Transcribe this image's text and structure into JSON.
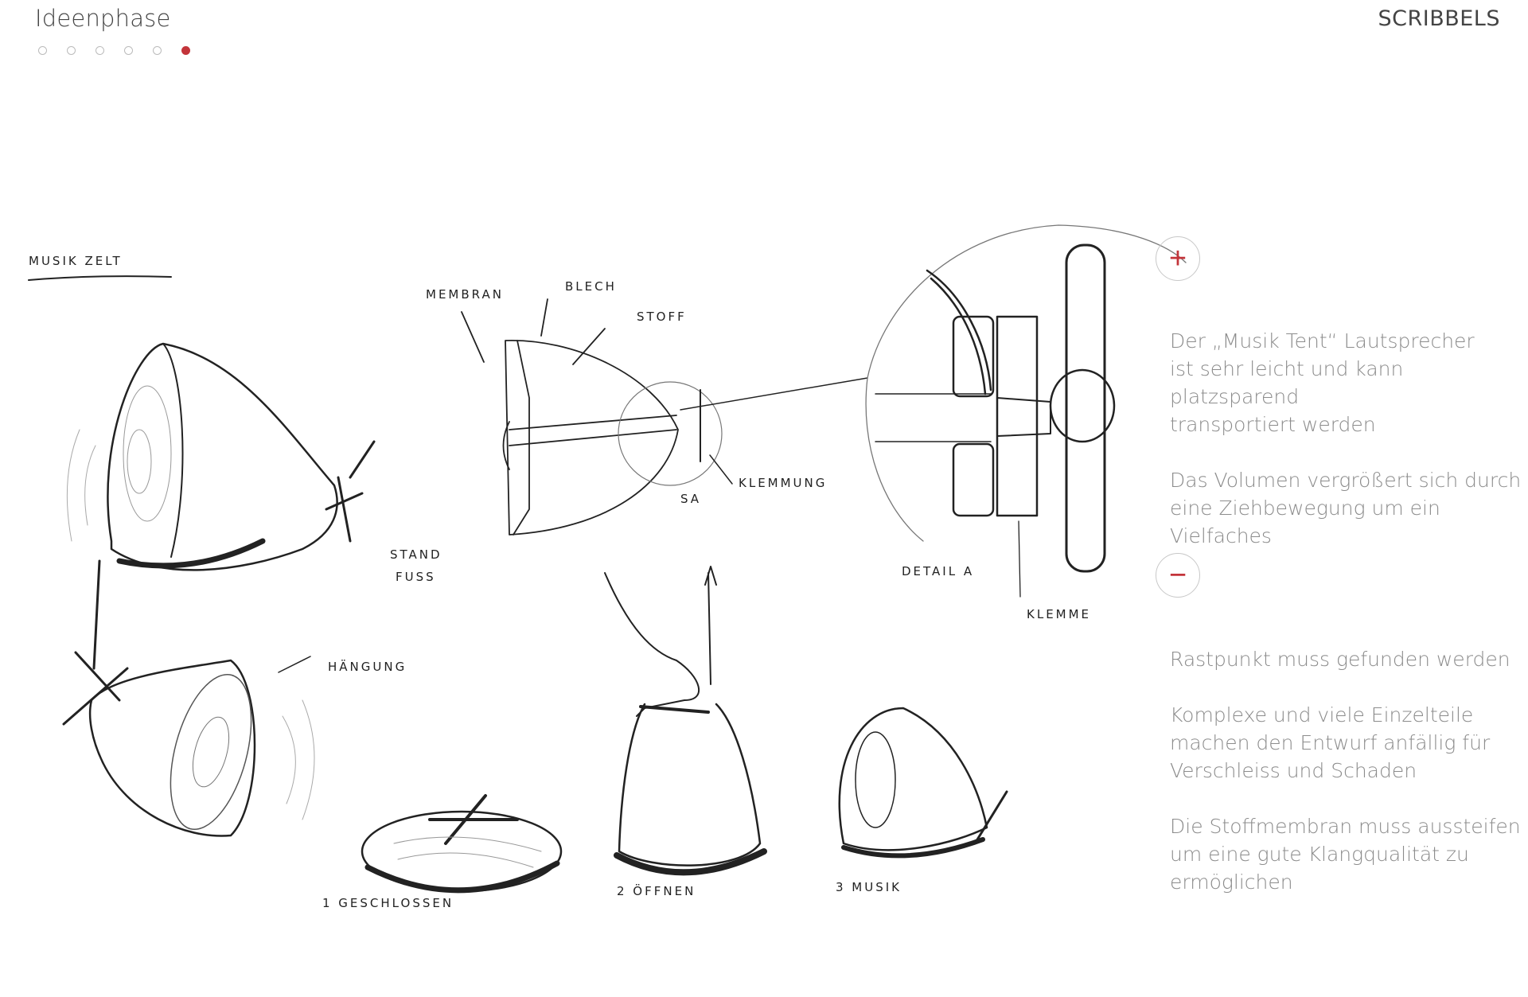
{
  "header": {
    "title": "Ideenphase",
    "section": "SCRIBBELS",
    "pagination": {
      "total": 6,
      "active_index": 5
    }
  },
  "colors": {
    "accent": "#c3343a",
    "text": "#8c8c8c",
    "title": "#444444"
  },
  "sketch": {
    "heading": "MUSIK ZELT",
    "labels": {
      "stand_fuss_1": "STAND",
      "stand_fuss_2": "FUSS",
      "haengung": "HÄNGUNG",
      "membran": "MEMBRAN",
      "blech": "BLECH",
      "stoff": "STOFF",
      "klemmung": "KLEMMUNG",
      "sa": "SA",
      "detail_a": "DETAIL A",
      "klemme": "KLEMME",
      "step1": "1 GESCHLOSSEN",
      "step2": "2 ÖFFNEN",
      "step3": "3 MUSIK"
    }
  },
  "zoom": {
    "plus_icon": "+",
    "minus_icon": "−"
  },
  "notes": {
    "pro": [
      "Der „Musik Tent“ Lautsprecher\nist sehr leicht und kann platzsparend\ntransportiert werden",
      "Das Volumen vergrößert sich durch\neine Ziehbewegung um ein Vielfaches"
    ],
    "contra": [
      "Rastpunkt muss gefunden werden",
      "Komplexe und viele Einzelteile\nmachen den Entwurf anfällig für\nVerschleiss und Schaden",
      "Die Stoffmembran muss aussteifen\num eine gute Klangqualität zu\nermöglichen"
    ]
  }
}
